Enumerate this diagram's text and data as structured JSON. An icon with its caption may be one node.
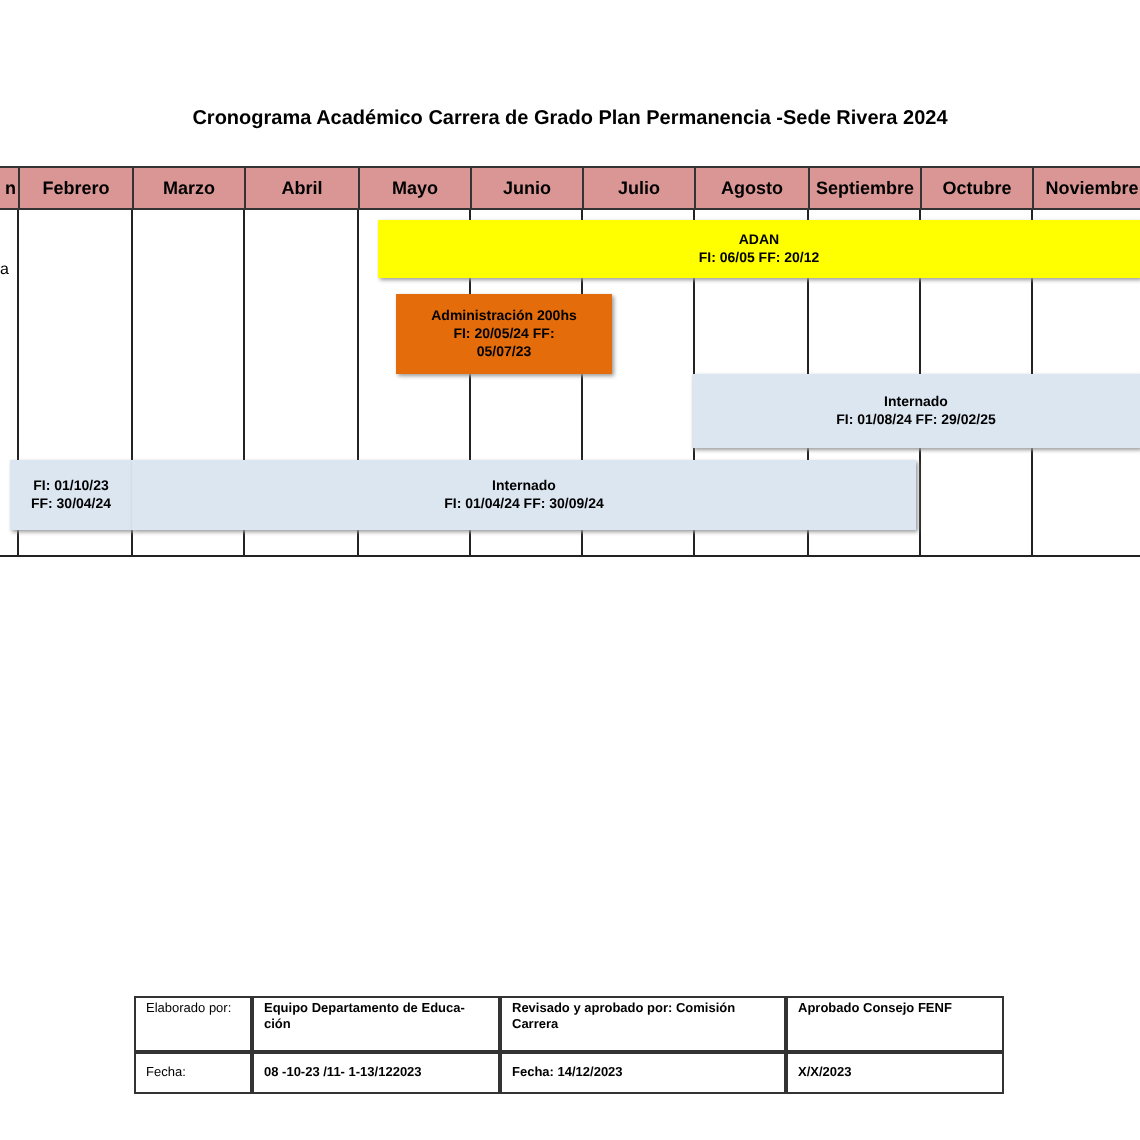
{
  "diagram": {
    "title": "Cronograma Académico Carrera de Grado Plan Permanencia -Sede Rivera 2024",
    "nodes": [
      {
        "text": [
          "ADAN",
          "FI: 06/05 FF: 20/12"
        ]
      },
      {
        "text": [
          "Administración 200hs",
          "FI: 20/05/24 FF: 05/07/23"
        ]
      },
      {
        "text": [
          "Internado",
          "FI: 01/08/24  FF: 29/02/25"
        ]
      },
      {
        "text": [
          "FI: 01/10/23 FF: 30/04/24"
        ]
      },
      {
        "text": [
          "Internado",
          "FI: 01/04/24  FF: 30/09/24"
        ]
      }
    ],
    "labels": [
      "n",
      "Febrero",
      "Marzo",
      "Abril",
      "Mayo",
      "Junio",
      "Julio",
      "Agosto",
      "Septiembre",
      "Octubre",
      "Noviembre",
      "a",
      "Elaborado por:",
      "Equipo Departamento de Educa-ción",
      "Revisado y aprobado por: Comisión Carrera",
      "Aprobado Consejo FENF",
      "Fecha:",
      "08 -10-23 /11- 1-13/122023",
      "Fecha: 14/12/2023",
      "X/X/2023"
    ]
  }
}
